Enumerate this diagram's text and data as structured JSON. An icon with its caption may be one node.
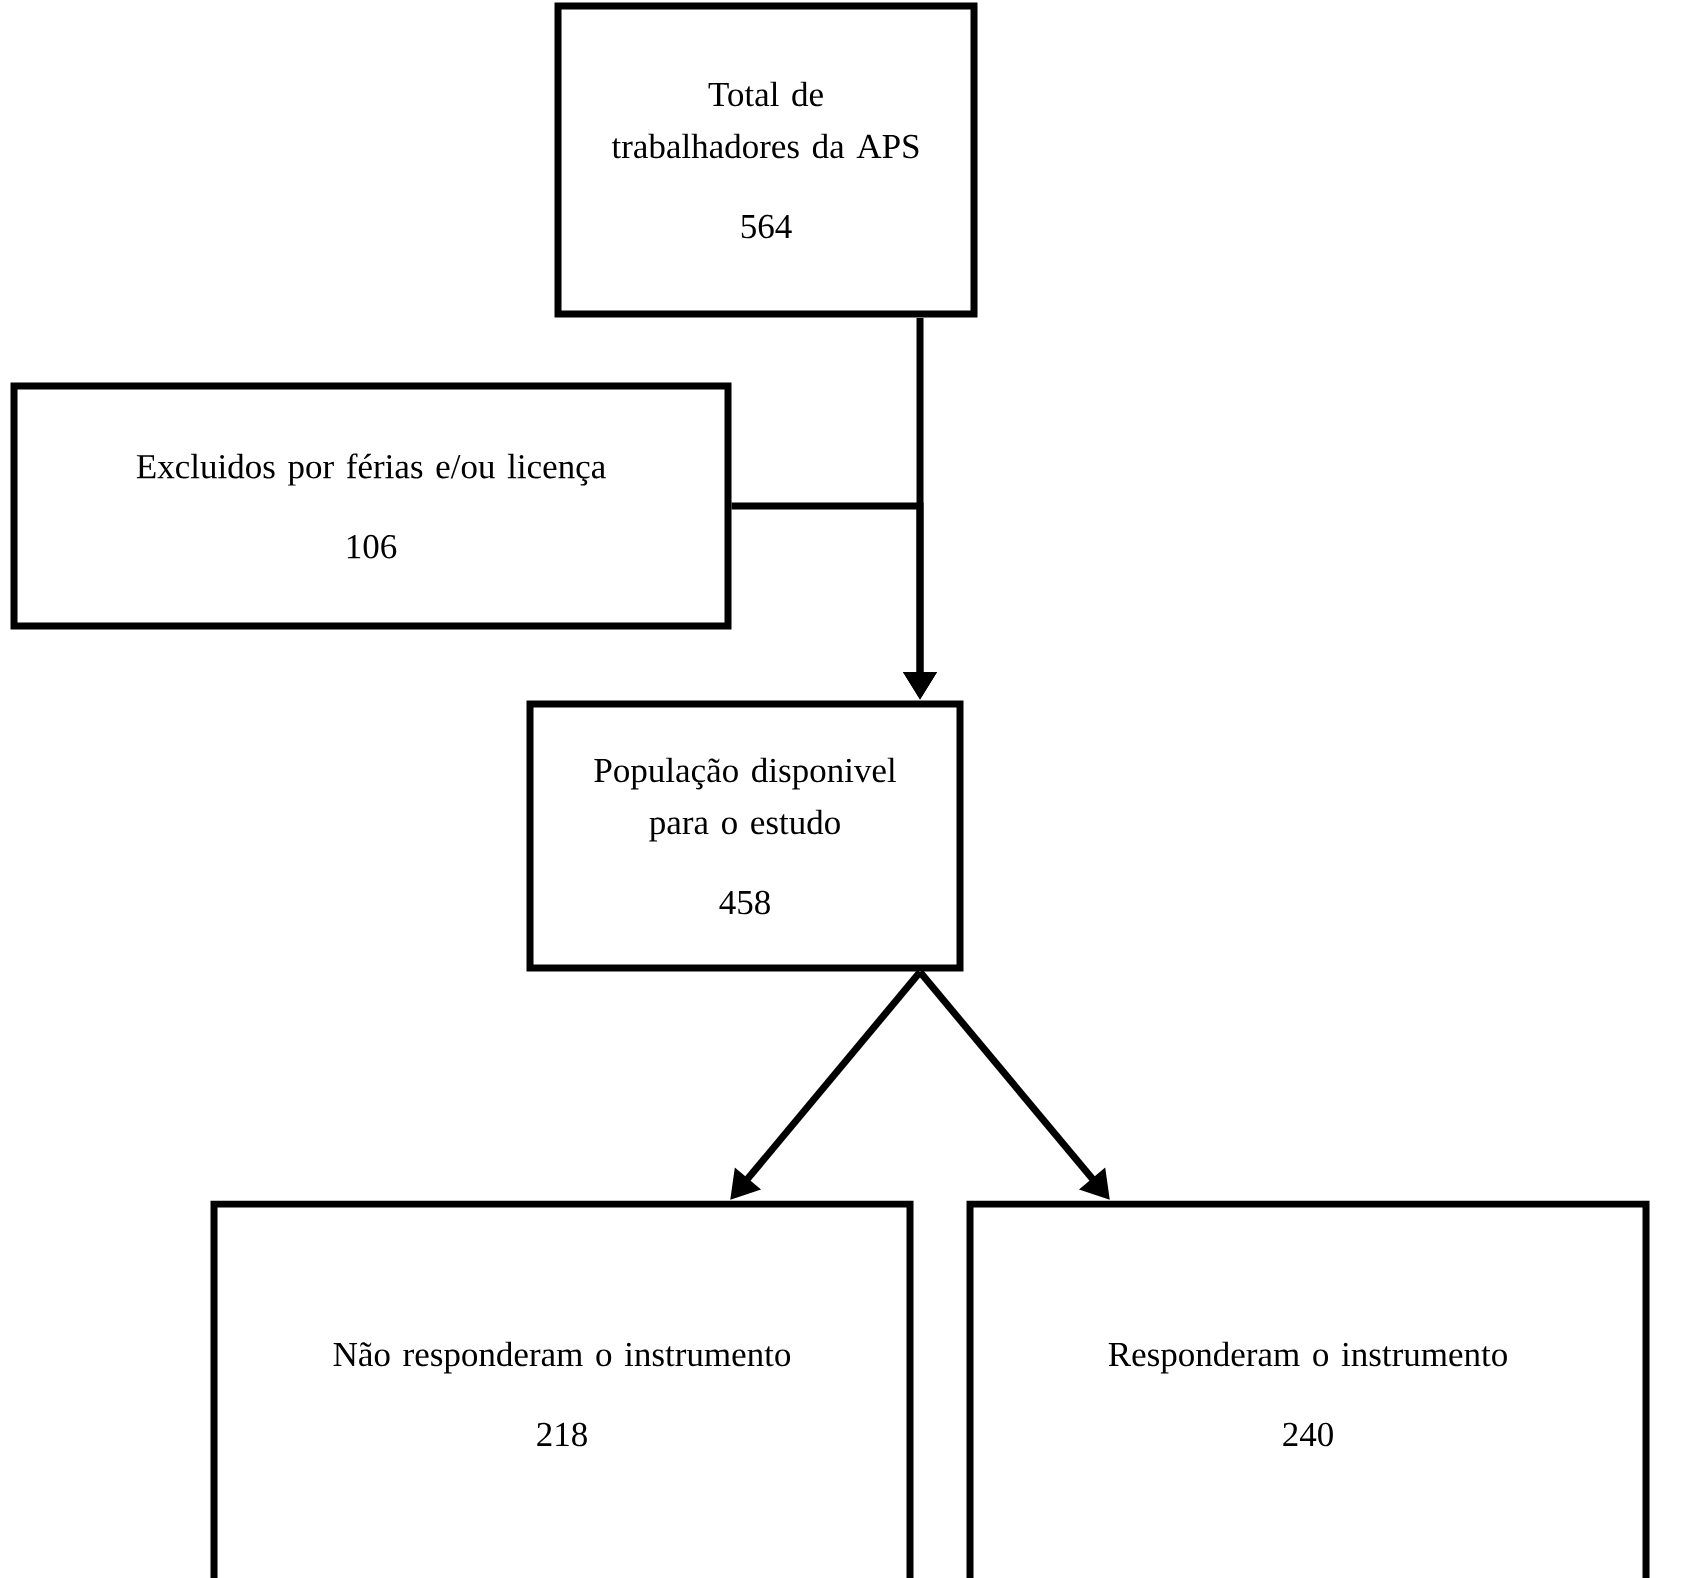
{
  "diagram": {
    "nodes": [
      {
        "text": [
          "Total de trabalhadores da APS",
          "564"
        ]
      },
      {
        "text": [
          "Excluidos por férias e/ou licença",
          "106"
        ]
      },
      {
        "text": [
          "População disponivel para o estudo",
          "458"
        ]
      },
      {
        "text": [
          "Não responderam o instrumento",
          "218"
        ]
      },
      {
        "text": [
          "Responderam o instrumento",
          "240"
        ]
      }
    ],
    "edges": [
      {
        "from": 0,
        "to": 2,
        "arrow": "to"
      },
      {
        "from": 1,
        "to": 2,
        "arrow": "to"
      },
      {
        "from": 2,
        "to": 3,
        "arrow": "to"
      },
      {
        "from": 2,
        "to": 4,
        "arrow": "to"
      }
    ]
  }
}
